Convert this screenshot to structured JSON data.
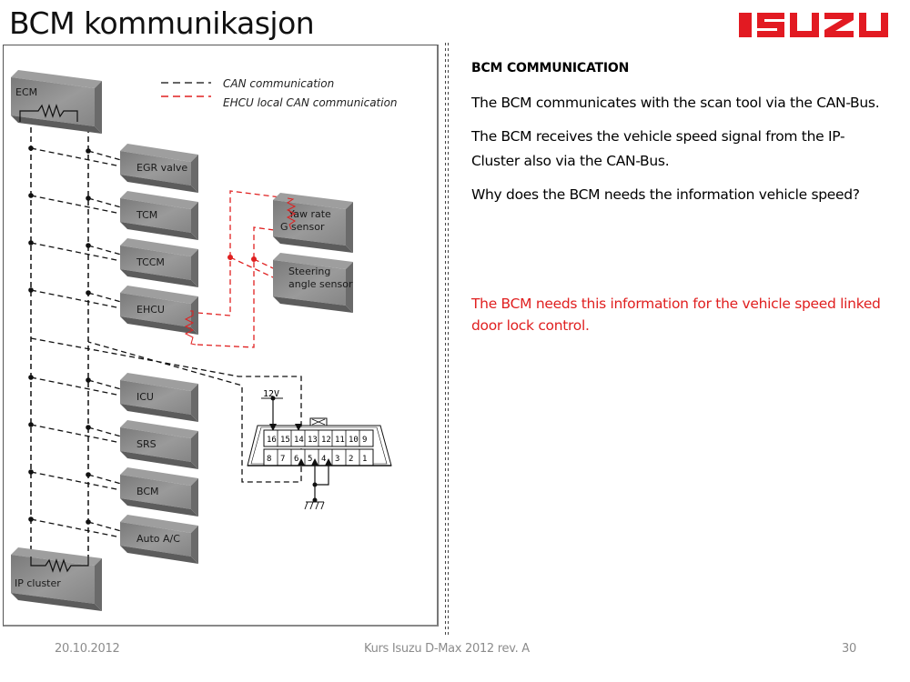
{
  "slide": {
    "title": "BCM kommunikasjon",
    "logo_text": "ISUZU",
    "brand_color": "#e21a22"
  },
  "diagram": {
    "legend": [
      {
        "label": "CAN communication",
        "line_color": "#333333",
        "style": "dashed"
      },
      {
        "label": "EHCU local CAN communication",
        "line_color": "#e02020",
        "style": "dashed"
      }
    ],
    "terminating_modules": [
      {
        "id": "ecm",
        "label": "ECM",
        "has_resistor": true
      },
      {
        "id": "ip-cluster",
        "label": "IP cluster",
        "has_resistor": true
      }
    ],
    "modules": [
      {
        "id": "egr-valve",
        "label": "EGR valve"
      },
      {
        "id": "tcm",
        "label": "TCM"
      },
      {
        "id": "tccm",
        "label": "TCCM"
      },
      {
        "id": "ehcu",
        "label": "EHCU"
      },
      {
        "id": "icu",
        "label": "ICU"
      },
      {
        "id": "srs",
        "label": "SRS"
      },
      {
        "id": "bcm",
        "label": "BCM"
      },
      {
        "id": "auto-ac",
        "label": "Auto A/C"
      }
    ],
    "local_can_modules": [
      {
        "id": "yaw-rate",
        "label_line1": "Yaw rate",
        "label_line2": "G sensor"
      },
      {
        "id": "steering-angle",
        "label_line1": "Steering",
        "label_line2": "angle sensor"
      }
    ],
    "dlc": {
      "supply_label": "12V",
      "pins_top": [
        "16",
        "15",
        "14",
        "13",
        "12",
        "11",
        "10",
        "9"
      ],
      "pins_bottom": [
        "8",
        "7",
        "6",
        "5",
        "4",
        "3",
        "2",
        "1"
      ]
    }
  },
  "text_panel": {
    "heading": "BCM COMMUNICATION",
    "paragraphs": [
      "The BCM communicates with the scan tool via the CAN-Bus.",
      "The BCM receives the vehicle speed signal from the IP-Cluster also via the CAN-Bus.",
      "Why does the BCM needs the information vehicle speed?"
    ],
    "answer": "The BCM needs this information for the vehicle speed linked door lock control.",
    "answer_color": "#e02020"
  },
  "footer": {
    "date": "20.10.2012",
    "course": "Kurs Isuzu D-Max 2012 rev. A",
    "page_number": "30"
  }
}
